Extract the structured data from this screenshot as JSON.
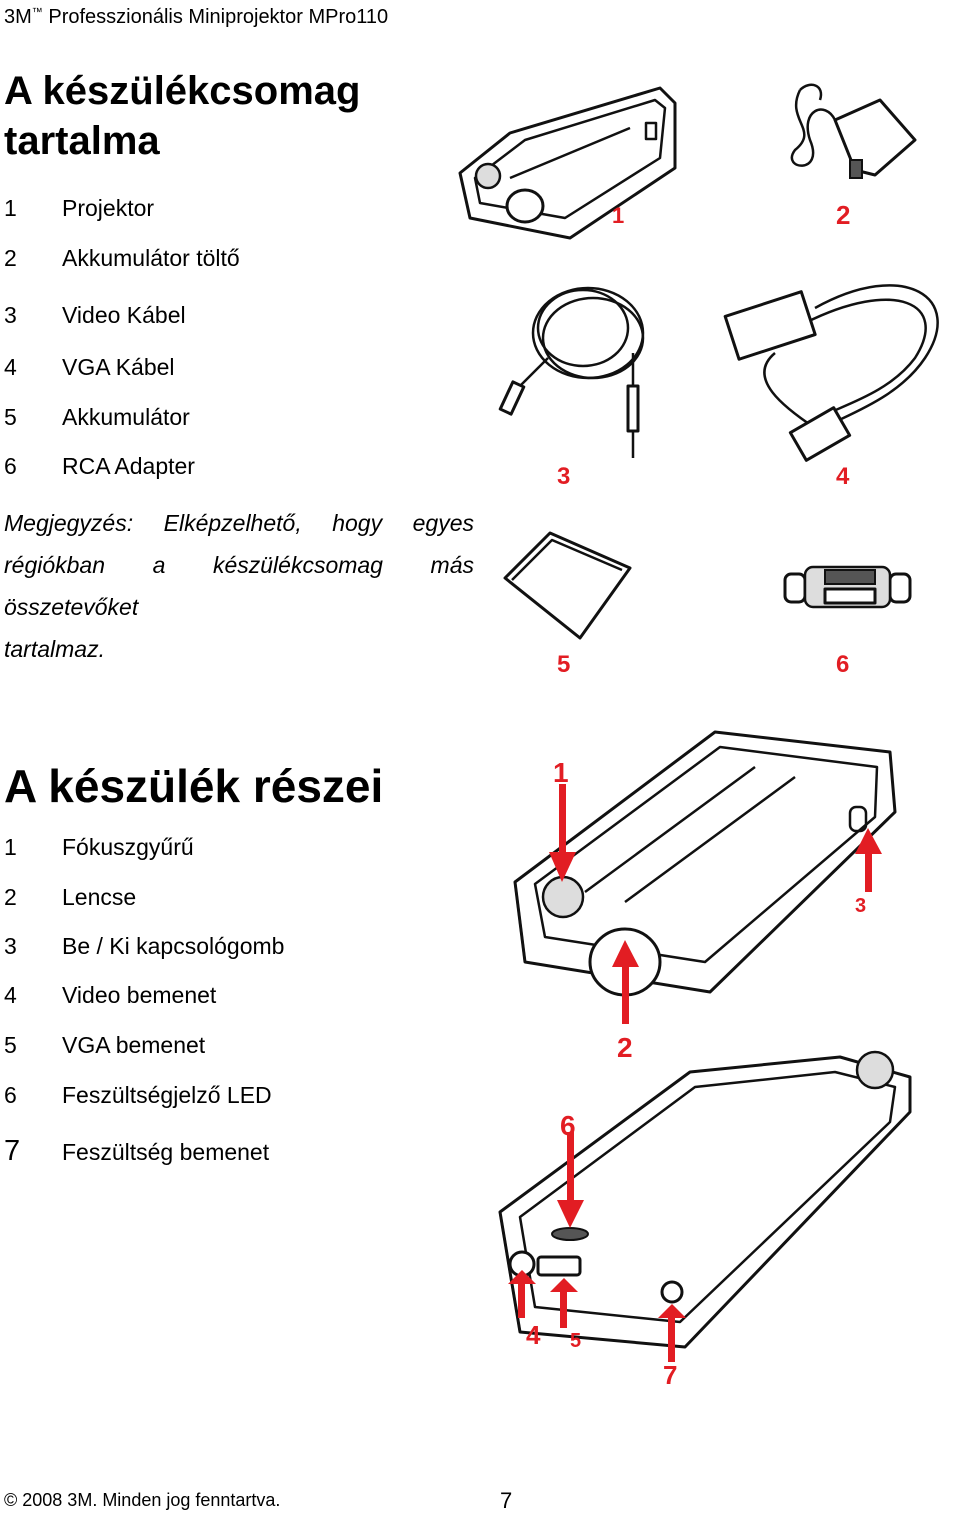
{
  "header": {
    "brand": "3M",
    "tm": "™",
    "title": "Professzionális Miniprojektor MPro110"
  },
  "package": {
    "title": "A készülékcsomag tartalma",
    "items": [
      {
        "num": "1",
        "label": "Projektor"
      },
      {
        "num": "2",
        "label": "Akkumulátor töltő"
      },
      {
        "num": "3",
        "label": "Video Kábel"
      },
      {
        "num": "4",
        "label": "VGA Kábel"
      },
      {
        "num": "5",
        "label": "Akkumulátor"
      },
      {
        "num": "6",
        "label": "RCA Adapter"
      }
    ],
    "note_lines": [
      "Megjegyzés: Elképzelhető, hogy egyes",
      "régiókban a készülékcsomag más összetevőket",
      "tartalmaz."
    ],
    "figure_labels": [
      "1",
      "2",
      "3",
      "4",
      "5",
      "6"
    ]
  },
  "parts": {
    "title": "A készülék részei",
    "items": [
      {
        "num": "1",
        "label": "Fókuszgyűrű"
      },
      {
        "num": "2",
        "label": "Lencse"
      },
      {
        "num": "3",
        "label": "Be / Ki kapcsológomb"
      },
      {
        "num": "4",
        "label": "Video bemenet"
      },
      {
        "num": "5",
        "label": "VGA bemenet"
      },
      {
        "num": "6",
        "label": "Feszültségjelző LED"
      },
      {
        "num": "7",
        "label": "Feszültség bemenet"
      }
    ],
    "figure_labels": [
      "1",
      "3",
      "2",
      "6",
      "4",
      "5",
      "7"
    ],
    "accent_color": "#e21d23"
  },
  "footer": {
    "copyright": "© 2008 3M. Minden jog fenntartva.",
    "page_number": "7"
  }
}
